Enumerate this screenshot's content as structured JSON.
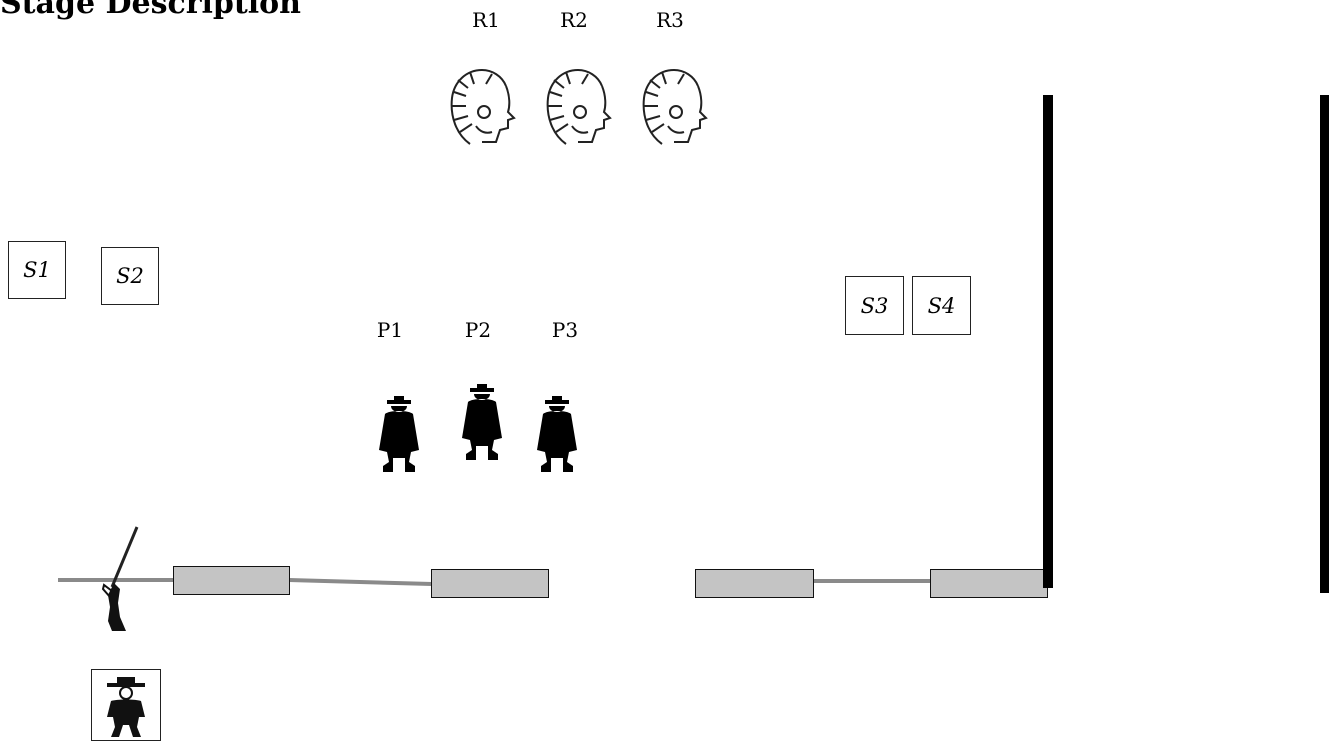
{
  "title": "Stage Description",
  "rifle_targets": [
    "R1",
    "R2",
    "R3"
  ],
  "pistol_targets": [
    "P1",
    "P2",
    "P3"
  ],
  "shotgun_targets": [
    "S1",
    "S2",
    "S3",
    "S4"
  ],
  "icons": {
    "rifle_target": "indian-chief-head-icon",
    "pistol_target": "cowboy-silhouette-icon",
    "gun": "rifle-icon",
    "start": "cowboy-start-icon"
  },
  "colors": {
    "table": "#c4c4c4",
    "rail": "#8a8a8a",
    "fence": "#000000"
  }
}
